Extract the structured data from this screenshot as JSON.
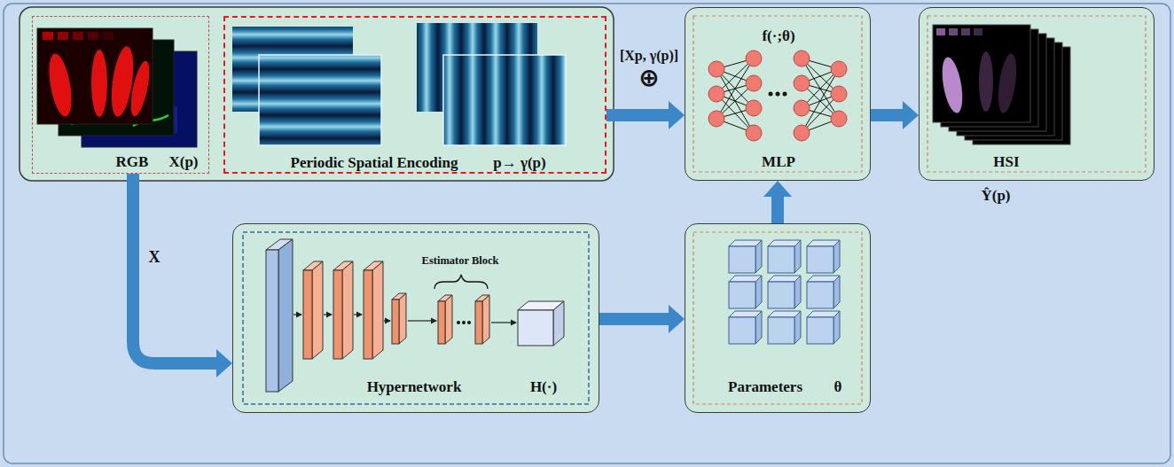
{
  "diagram": {
    "nodes": [
      {
        "text": [
          "RGB",
          "X(p)"
        ]
      },
      {
        "text": [
          "Periodic Spatial Encoding",
          "p→ γ(p)"
        ]
      },
      {
        "text": [
          "f(·;θ)",
          "MLP"
        ]
      },
      {
        "text": [
          "HSI",
          "Ŷ(p)"
        ]
      },
      {
        "text": [
          "Estimator Block",
          "Hypernetwork",
          "H(·)"
        ]
      },
      {
        "text": [
          "Parameters",
          "θ"
        ]
      }
    ],
    "edges": [
      {
        "from": 1,
        "to": 2,
        "label": "[Xp, γ(p)]",
        "arrow": "to"
      },
      {
        "from": 2,
        "to": 3,
        "arrow": "to"
      },
      {
        "from": 0,
        "to": 4,
        "label": "X",
        "arrow": "to"
      },
      {
        "from": 4,
        "to": 5,
        "arrow": "to"
      },
      {
        "from": 5,
        "to": 2,
        "arrow": "to"
      }
    ],
    "labels": [
      "⊕"
    ]
  }
}
